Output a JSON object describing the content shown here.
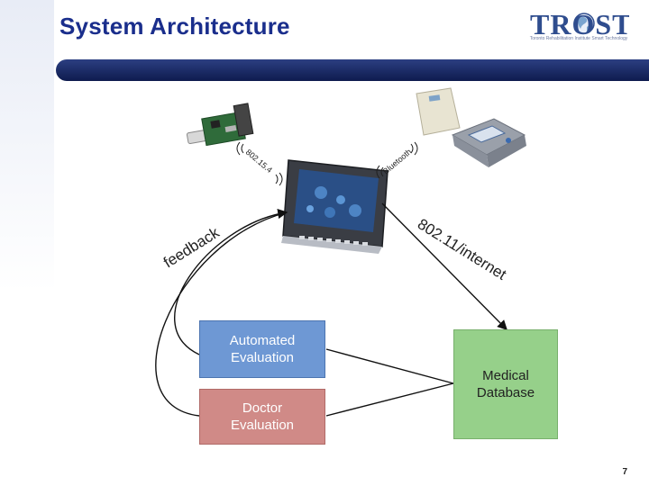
{
  "header": {
    "title": "System Architecture",
    "logo_text": "TROST",
    "logo_tagline": "Toronto Rehabilitation Institute Smart Technology"
  },
  "links": {
    "zigbee": "802.15.4",
    "bluetooth": "Bluetooth",
    "feedback": "feedback",
    "wifi": "802.11/internet"
  },
  "boxes": {
    "automated_line1": "Automated",
    "automated_line2": "Evaluation",
    "doctor_line1": "Doctor",
    "doctor_line2": "Evaluation",
    "database_line1": "Medical",
    "database_line2": "Database"
  },
  "footer": {
    "page_number": "7"
  },
  "colors": {
    "title": "#1a2e8c",
    "bar": "#1b2a68",
    "automated_box": "#6e98d4",
    "doctor_box": "#d08a87",
    "database_box": "#96d08a"
  },
  "icons": [
    "sensor-board-icon",
    "bathroom-scale-icon",
    "blood-pressure-monitor-icon",
    "handheld-device-icon",
    "wireless-signal-icon"
  ]
}
